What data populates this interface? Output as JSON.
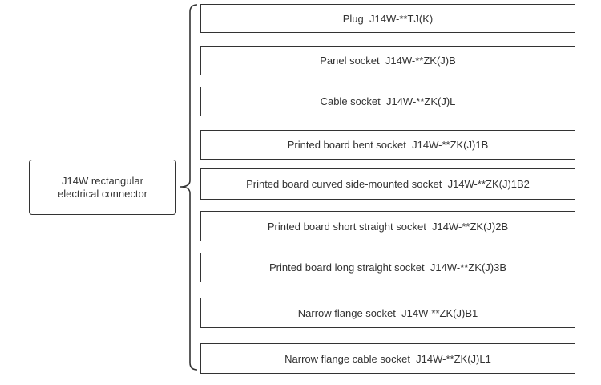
{
  "root": {
    "line1": "J14W rectangular",
    "line2": "electrical connector"
  },
  "children": [
    {
      "name": "Plug",
      "code": "J14W-**TJ(K)"
    },
    {
      "name": "Panel socket",
      "code": "J14W-**ZK(J)B"
    },
    {
      "name": "Cable socket",
      "code": "J14W-**ZK(J)L"
    },
    {
      "name": "Printed board bent socket",
      "code": "J14W-**ZK(J)1B"
    },
    {
      "name": "Printed board curved side-mounted socket",
      "code": "J14W-**ZK(J)1B2"
    },
    {
      "name": "Printed board short straight socket",
      "code": "J14W-**ZK(J)2B"
    },
    {
      "name": "Printed board long straight socket",
      "code": "J14W-**ZK(J)3B"
    },
    {
      "name": "Narrow flange socket",
      "code": "J14W-**ZK(J)B1"
    },
    {
      "name": "Narrow flange cable socket",
      "code": "J14W-**ZK(J)L1"
    }
  ]
}
